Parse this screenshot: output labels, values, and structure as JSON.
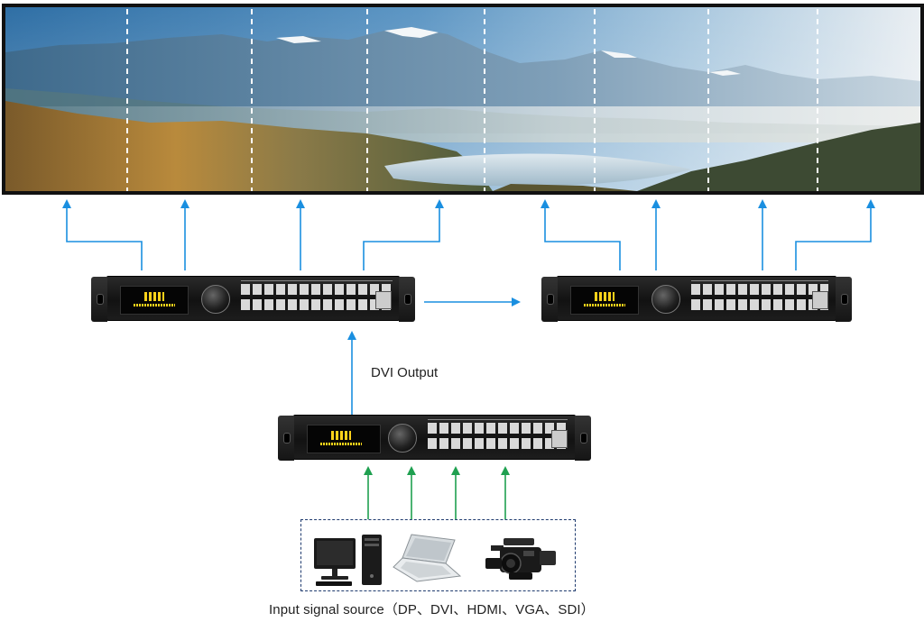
{
  "labels": {
    "dvi_output": "DVI Output",
    "input_caption": "Input signal source（DP、DVI、HDMI、VGA、SDI）"
  },
  "panorama": {
    "segments": 8,
    "description_icon": "mountain-lake-landscape"
  },
  "processors": [
    {
      "id": "processor-top-left"
    },
    {
      "id": "processor-top-right"
    },
    {
      "id": "processor-bottom"
    }
  ],
  "devices": [
    "desktop-pc-icon",
    "laptop-icon",
    "video-camera-icon"
  ],
  "colors": {
    "output_arrow": "#1a8fe0",
    "input_arrow": "#1fa050",
    "box_border": "#1e3a6e"
  }
}
